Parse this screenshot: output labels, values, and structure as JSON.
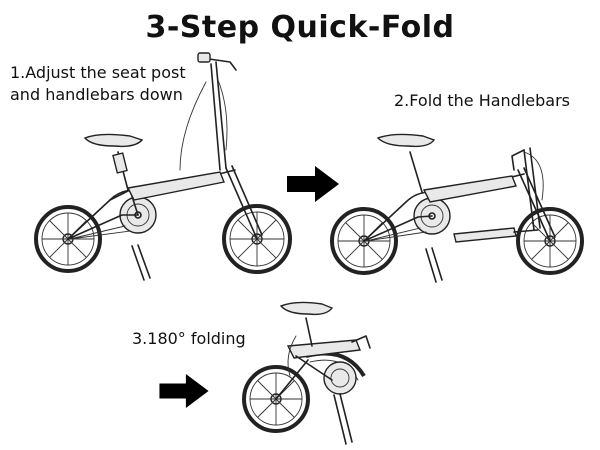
{
  "title": "3-Step Quick-Fold",
  "steps": [
    {
      "number": "1.",
      "text": "Adjust the seat post and handlebars down"
    },
    {
      "number": "2.",
      "text": "Fold the Handlebars"
    },
    {
      "number": "3.",
      "text": "180° folding"
    }
  ],
  "colors": {
    "text": "#111111",
    "arrow": "#000000",
    "line_art": "#222222"
  },
  "icons": [
    "right-arrow-icon",
    "bicycle-icon"
  ]
}
